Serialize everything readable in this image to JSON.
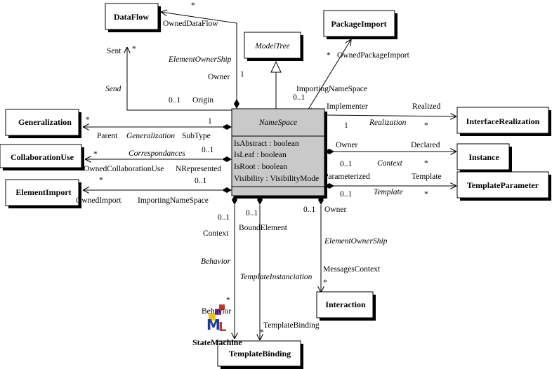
{
  "center_class": {
    "name": "NameSpace",
    "attributes": [
      "IsAbstract : boolean",
      "IsLeaf : boolean",
      "IsRoot : boolean",
      "Visibility : VisibilityMode"
    ]
  },
  "classes": {
    "dataflow": "DataFlow",
    "packageimport": "PackageImport",
    "modeltree": "ModelTree",
    "generalization": "Generalization",
    "collaborationuse": "CollaborationUse",
    "elementimport": "ElementImport",
    "interfacerealization": "InterfaceRealization",
    "instance": "Instance",
    "templateparameter": "TemplateParameter",
    "interaction": "Interaction",
    "templatebinding": "TemplateBinding",
    "statemachine": "StateMachine"
  },
  "labels": {
    "star_top": "*",
    "owned_data_flow": "OwnedDataFlow",
    "sent": "Sent",
    "sent_mult": "*",
    "element_ownership_1": "ElementOwnerShip",
    "owner_1": "Owner",
    "one_1": "1",
    "send": "Send",
    "zero_one_origin": "0..1",
    "origin": "Origin",
    "star_pkg": "*",
    "owned_package_import": "OwnedPackageImport",
    "importing_namespace_1": "ImportingNameSpace",
    "zero_one_pkg": "0..1",
    "implementer": "Implementer",
    "realized": "Realized",
    "one_impl": "1",
    "realization": "Realization",
    "star_real": "*",
    "star_gen": "*",
    "one_gen": "1",
    "parent": "Parent",
    "generalization_it": "Generalization",
    "subtype": "SubType",
    "star_col": "*",
    "correspondances": "Correspondances",
    "zero_one_col": "0..1",
    "owned_collaboration_use": "OwnedCollaborationUse",
    "nrepresented": "NRepresented",
    "owner_inst": "Owner",
    "declared": "Declared",
    "zero_one_inst": "0..1",
    "context_it": "Context",
    "star_inst": "*",
    "star_ei": "*",
    "zero_one_ei": "0..1",
    "owned_import": "OwnedImport",
    "importing_namespace_2": "ImportingNameSpace",
    "parameterized": "Parameterized",
    "template_lbl": "Template",
    "zero_one_tp": "0..1",
    "template_it": "Template",
    "star_tp": "*",
    "zero_one_sm": "0..1",
    "context_sm": "Context",
    "zero_one_bound": "0..1",
    "bound_element": "BoundElement",
    "zero_one_owner3": "0..1",
    "owner_3": "Owner",
    "element_ownership_2": "ElementOwnerShip",
    "messages_context": "MessagesContext",
    "star_inter": "*",
    "behavior_it": "Behavior",
    "template_instanciation": "TemplateInstanciation",
    "star_beh": "*",
    "behavior": "Behavior",
    "template_binding_role": "TemplateBinding",
    "star_tb": "*"
  },
  "logo": {
    "text": "ML",
    "colors": [
      "#c0392b",
      "#1f3a93",
      "#f1c40f",
      "#8e44ad"
    ]
  }
}
